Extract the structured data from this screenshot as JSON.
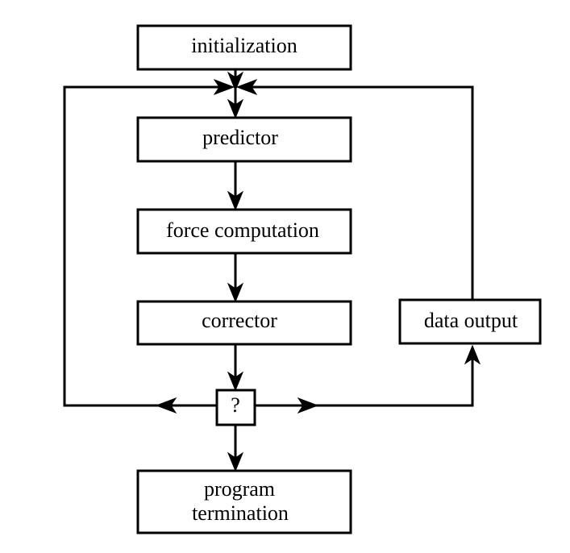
{
  "diagram": {
    "nodes": {
      "initialization": "initialization",
      "predictor": "predictor",
      "force_computation": "force computation",
      "corrector": "corrector",
      "decision": "?",
      "data_output": "data output",
      "program_termination_line1": "program",
      "program_termination_line2": "termination"
    }
  }
}
